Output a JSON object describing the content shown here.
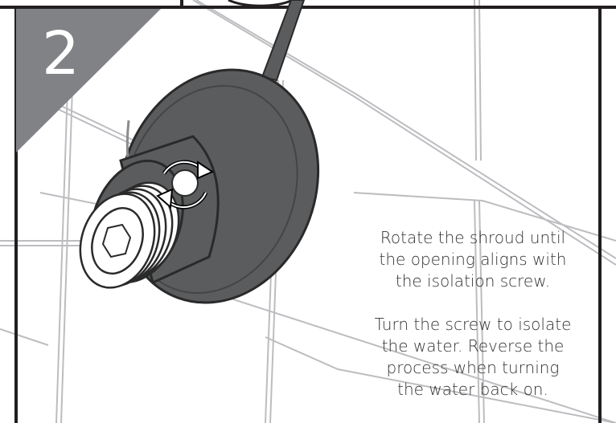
{
  "step": {
    "number": "2"
  },
  "instructions": {
    "paragraph1": [
      "Rotate the shroud until",
      "the opening aligns with",
      "the isolation screw."
    ],
    "paragraph2": [
      "Turn the screw to isolate",
      "the water. Reverse the",
      "process when turning",
      "the water back on."
    ]
  },
  "colors": {
    "step_badge": "#808285",
    "shroud": "#5b5c5e",
    "shroud_edge": "#2a2a2a",
    "frame": "#231f20",
    "tile_lines": "#bcbdc0",
    "text": "#333333"
  },
  "icons": [
    "rotate-arrows-icon",
    "screwdriver-icon",
    "hex-nut-icon"
  ]
}
